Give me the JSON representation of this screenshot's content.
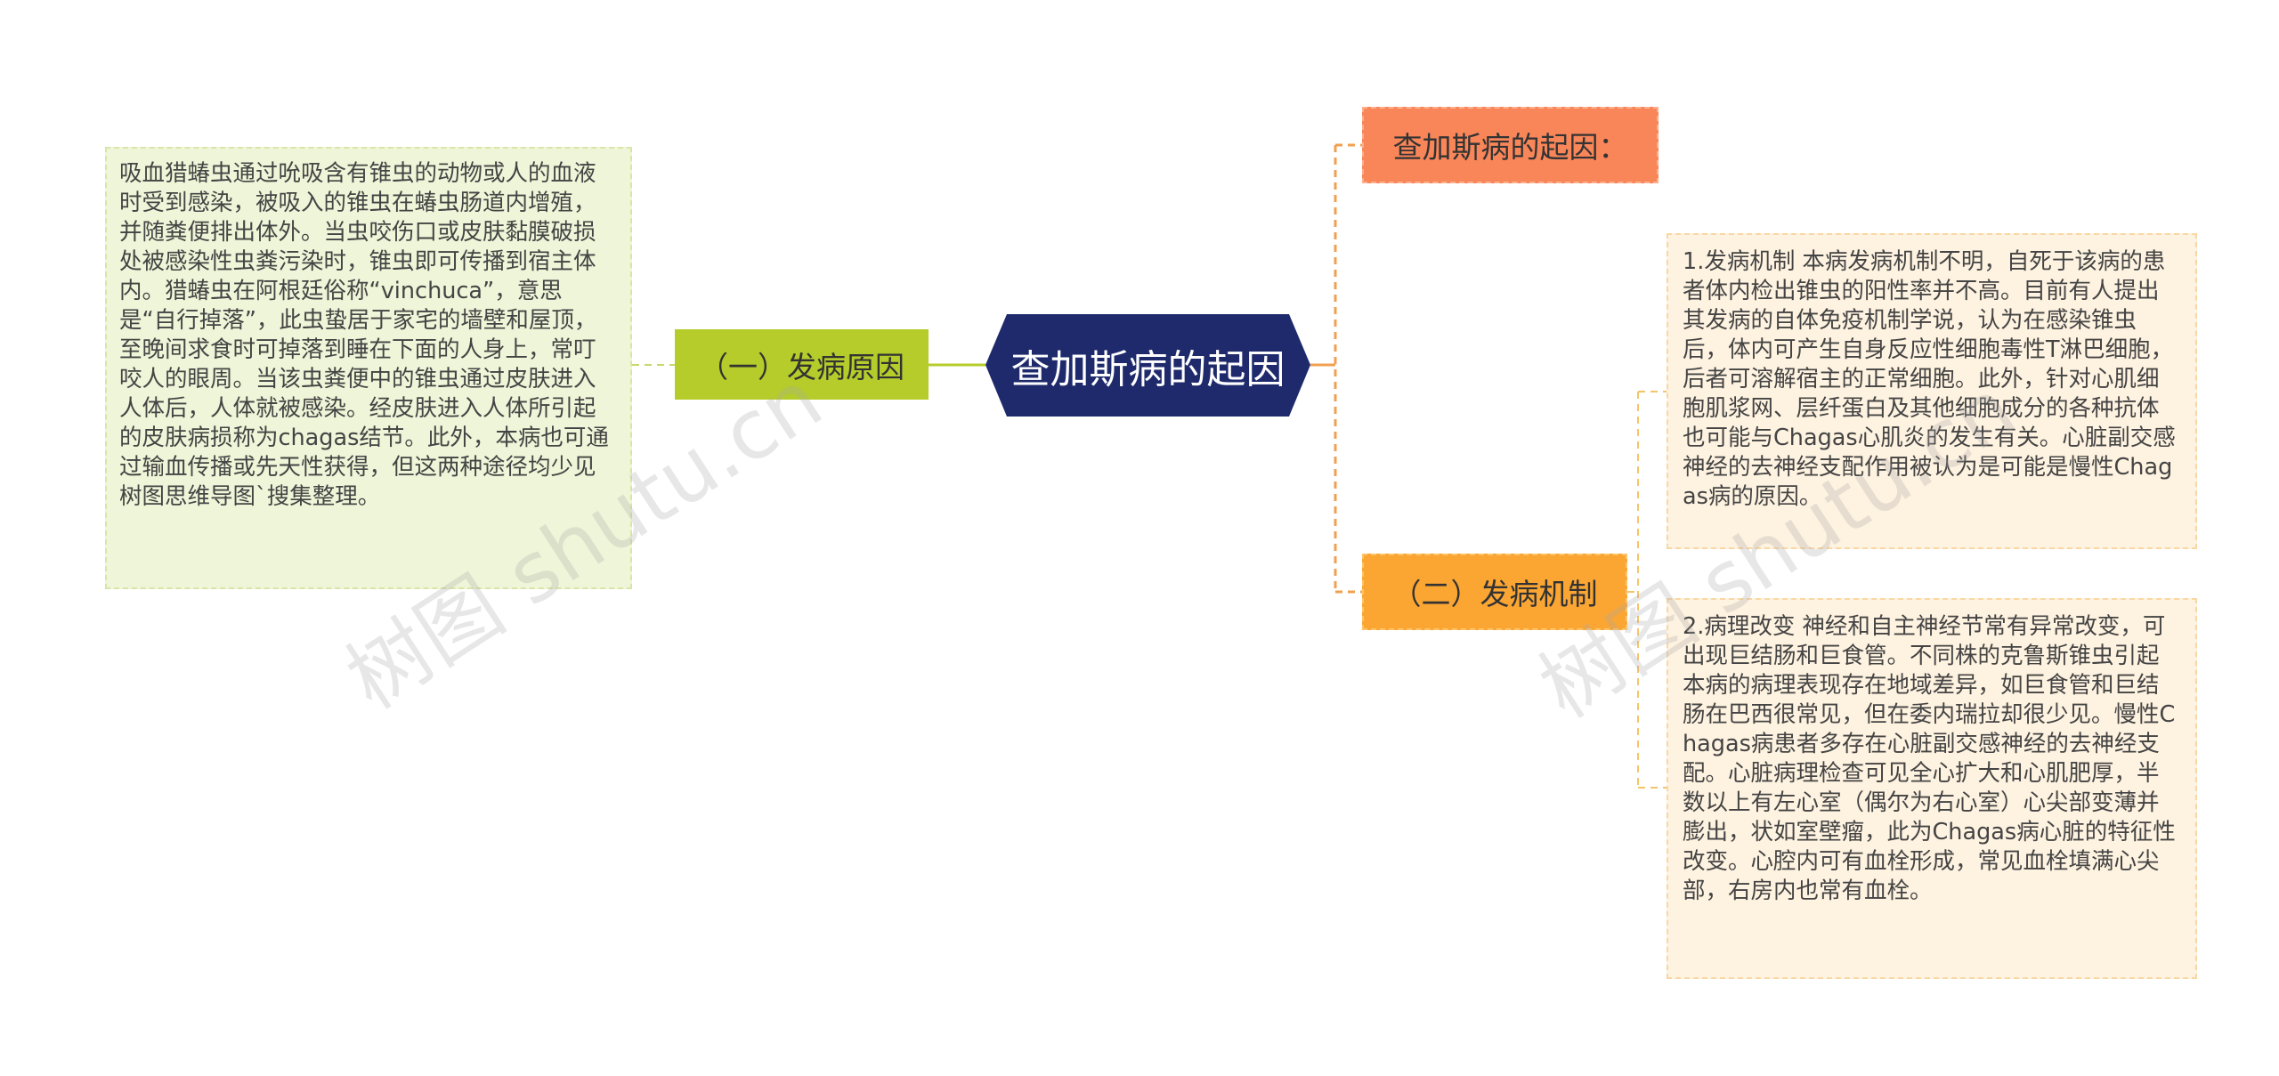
{
  "mindmap": {
    "root": {
      "label": "查加斯病的起因"
    },
    "left_branch": {
      "label": "（一）发病原因",
      "leaf": "吸血猎蝽虫通过吮吸含有锥虫的动物或人的血液时受到感染，被吸入的锥虫在蝽虫肠道内增殖，并随粪便排出体外。当虫咬伤口或皮肤黏膜破损处被感染性虫粪污染时，锥虫即可传播到宿主体内。猎蝽虫在阿根廷俗称“vinchuca”，意思是“自行掉落”，此虫蛰居于家宅的墙壁和屋顶，至晚间求食时可掉落到睡在下面的人身上，常叮咬人的眼周。当该虫粪便中的锥虫通过皮肤进入人体后，人体就被感染。经皮肤进入人体所引起的皮肤病损称为chagas结节。此外，本病也可通过输血传播或先天性获得，但这两种途径均少见树图思维导图`搜集整理。"
    },
    "top_branch": {
      "label": "查加斯病的起因："
    },
    "right_branch": {
      "label": "（二）发病机制",
      "leaves": [
        "1.发病机制 本病发病机制不明，自死于该病的患者体内检出锥虫的阳性率并不高。目前有人提出其发病的自体免疫机制学说，认为在感染锥虫后，体内可产生自身反应性细胞毒性T淋巴细胞，后者可溶解宿主的正常细胞。此外，针对心肌细胞肌浆网、层纤蛋白及其他细胞成分的各种抗体也可能与Chagas心肌炎的发生有关。心脏副交感神经的去神经支配作用被认为是可能是慢性Chagas病的原因。",
        "2.病理改变 神经和自主神经节常有异常改变，可出现巨结肠和巨食管。不同株的克鲁斯锥虫引起本病的病理表现存在地域差异，如巨食管和巨结肠在巴西很常见，但在委内瑞拉却很少见。慢性Chagas病患者多存在心脏副交感神经的去神经支配。心脏病理检查可见全心扩大和心肌肥厚，半数以上有左心室（偶尔为右心室）心尖部变薄并膨出，状如室壁瘤，此为Chagas病心脏的特征性改变。心腔内可有血栓形成，常见血栓填满心尖部，右房内也常有血栓。"
      ]
    }
  },
  "watermarks": [
    "树图 shutu.cn",
    "树图 shutu.cn"
  ],
  "colors": {
    "root": "#1e2a6b",
    "left_branch": "#b5cc2a",
    "left_leaf_bg": "#eff5d8",
    "top_branch": "#f98659",
    "right_branch": "#fba633",
    "right_leaf_bg": "#fef2e0"
  }
}
